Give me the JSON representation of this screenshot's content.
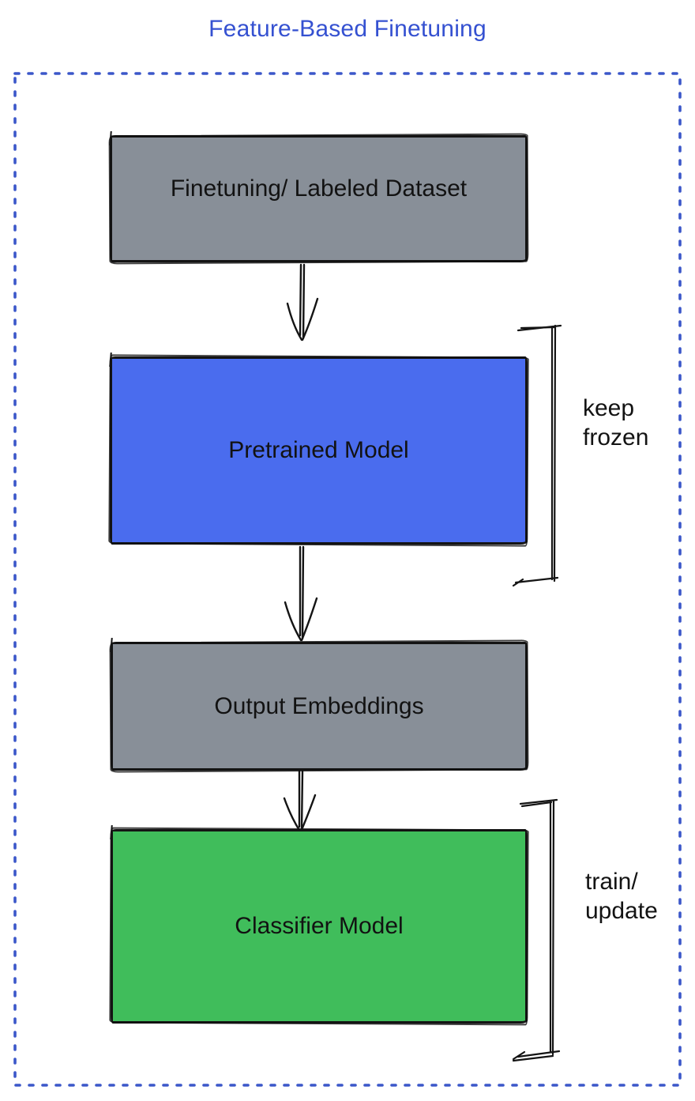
{
  "title": {
    "text": "Feature-Based Finetuning",
    "color": "#3551d1"
  },
  "diagram": {
    "frame": {
      "style": "dotted",
      "color": "#3b57c9"
    },
    "stroke_color": "#141414",
    "boxes": [
      {
        "id": "dataset",
        "label": "Finetuning/ Labeled Dataset",
        "fill": "#888f98"
      },
      {
        "id": "pretrained",
        "label": "Pretrained Model",
        "fill": "#4a6cee"
      },
      {
        "id": "embeddings",
        "label": "Output Embeddings",
        "fill": "#888f98"
      },
      {
        "id": "classifier",
        "label": "Classifier Model",
        "fill": "#40bd5b"
      }
    ],
    "arrows": [
      {
        "from": "dataset",
        "to": "pretrained"
      },
      {
        "from": "pretrained",
        "to": "embeddings"
      },
      {
        "from": "embeddings",
        "to": "classifier"
      }
    ],
    "annotations": [
      {
        "id": "keep-frozen",
        "target": "pretrained",
        "lines": [
          "keep",
          "frozen"
        ]
      },
      {
        "id": "train-update",
        "target": "classifier",
        "lines": [
          "train/",
          "update"
        ]
      }
    ]
  }
}
